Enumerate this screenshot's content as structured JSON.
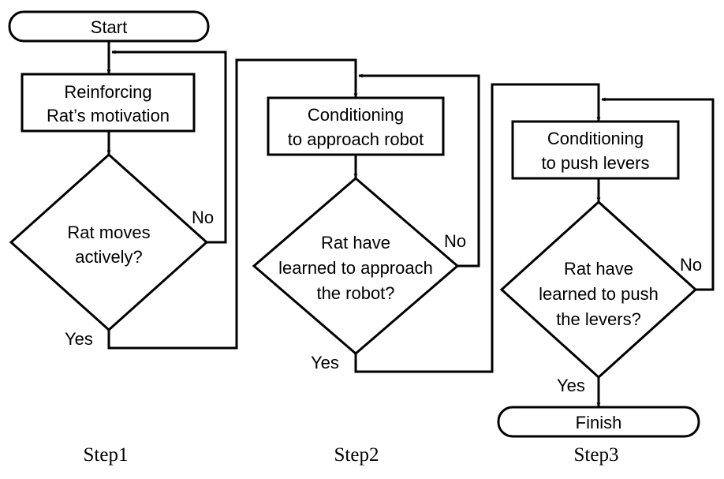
{
  "flowchart": {
    "start": "Start",
    "finish": "Finish",
    "step1": {
      "process": [
        "Reinforcing",
        "Rat’s motivation"
      ],
      "decision": [
        "Rat moves",
        "actively?"
      ],
      "no": "No",
      "yes": "Yes",
      "caption": "Step1"
    },
    "step2": {
      "process": [
        "Conditioning",
        "to approach robot"
      ],
      "decision": [
        "Rat have",
        "learned to approach",
        "the robot?"
      ],
      "no": "No",
      "yes": "Yes",
      "caption": "Step2"
    },
    "step3": {
      "process": [
        "Conditioning",
        "to push levers"
      ],
      "decision": [
        "Rat have",
        "learned to push",
        "the levers?"
      ],
      "no": "No",
      "yes": "Yes",
      "caption": "Step3"
    }
  }
}
